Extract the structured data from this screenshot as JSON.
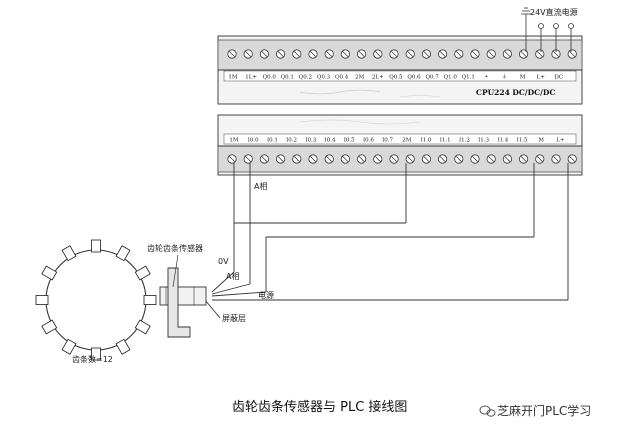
{
  "top_terminals": [
    "1M",
    "1L+",
    "Q0.0",
    "Q0.1",
    "Q0.2",
    "Q0.3",
    "Q0.4",
    "2M",
    "2L+",
    "Q0.5",
    "Q0.6",
    "Q0.7",
    "Q1.0",
    "Q1.1",
    "•",
    "⏚",
    "M",
    "L+",
    "DC"
  ],
  "bottom_terminals": [
    "1M",
    "I0.0",
    "I0.1",
    "I0.2",
    "I0.3",
    "I0.4",
    "I0.5",
    "I0.6",
    "I0.7",
    "2M",
    "I1.0",
    "I1.1",
    "I1.2",
    "I1.3",
    "I1.4",
    "I1.5",
    "M",
    "L+"
  ],
  "power_label": "24V直流电源",
  "cpu_model": "CPU224 DC/DC/DC",
  "a_phase_label": "A相",
  "sensor_label": "齿轮齿条传感器",
  "ov_label": "0V",
  "a_phase_label_2": "A相",
  "power_wire_label": "电源",
  "shield_label": "屏蔽层",
  "teeth_label": "齿条数=12",
  "caption": "齿轮齿条传感器与 PLC 接线图",
  "watermark": "芝麻开门PLC学习",
  "watermark_icon": "wechat-icon"
}
